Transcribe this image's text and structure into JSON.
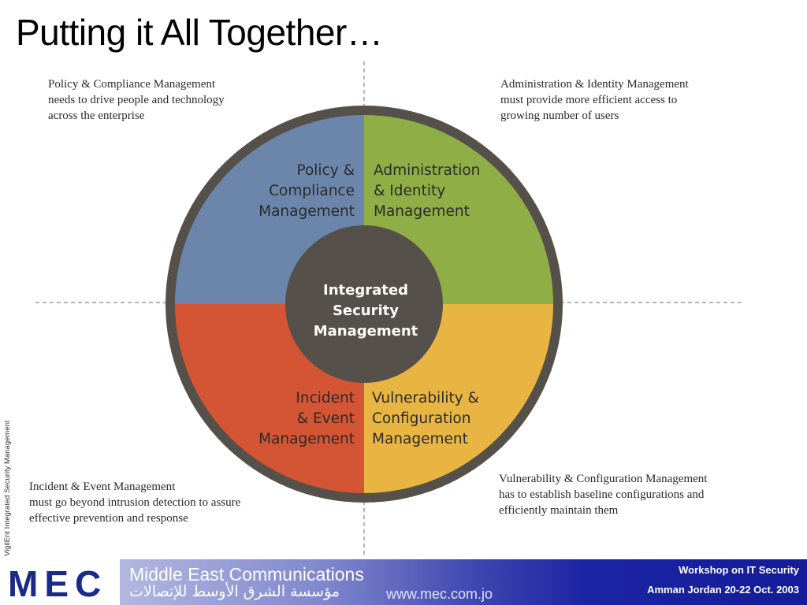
{
  "slide": {
    "title": "Putting it All Together…",
    "side_note": "VigilEnt Integrated Security Management"
  },
  "notes": {
    "top_left": [
      "Policy & Compliance Management",
      "needs to drive people and technology",
      "across the enterprise"
    ],
    "top_right": [
      "Administration & Identity Management",
      "must provide more efficient access to",
      "growing number of users"
    ],
    "bottom_left": [
      "Incident & Event Management",
      "must go beyond intrusion detection to assure",
      "effective prevention and response"
    ],
    "bottom_right": [
      "Vulnerability & Configuration Management",
      "has to establish baseline configurations and",
      "efficiently maintain them"
    ]
  },
  "diagram": {
    "center": [
      "Integrated",
      "Security",
      "Management"
    ],
    "quadrants": {
      "top_left": {
        "lines": [
          "Policy &",
          "Compliance",
          "Management"
        ],
        "color": "#6b86aa"
      },
      "top_right": {
        "lines": [
          "Administration",
          "& Identity",
          "Management"
        ],
        "color": "#8fae45"
      },
      "bottom_left": {
        "lines": [
          "Incident",
          "& Event",
          "Management"
        ],
        "color": "#d35534"
      },
      "bottom_right": {
        "lines": [
          "Vulnerability &",
          "Configuration",
          "Management"
        ],
        "color": "#e8b542"
      }
    },
    "ring_color": "#56504a",
    "center_color": "#56504a"
  },
  "footer": {
    "logo": "MEC",
    "company": "Middle East Communications",
    "company_arabic": "مؤسسة الشرق الأوسط للإتصالات",
    "url": "www.mec.com.jo",
    "workshop": "Workshop on IT Security",
    "location_date": "Amman Jordan 20-22 Oct. 2003",
    "brand_color": "#1a2a88"
  }
}
